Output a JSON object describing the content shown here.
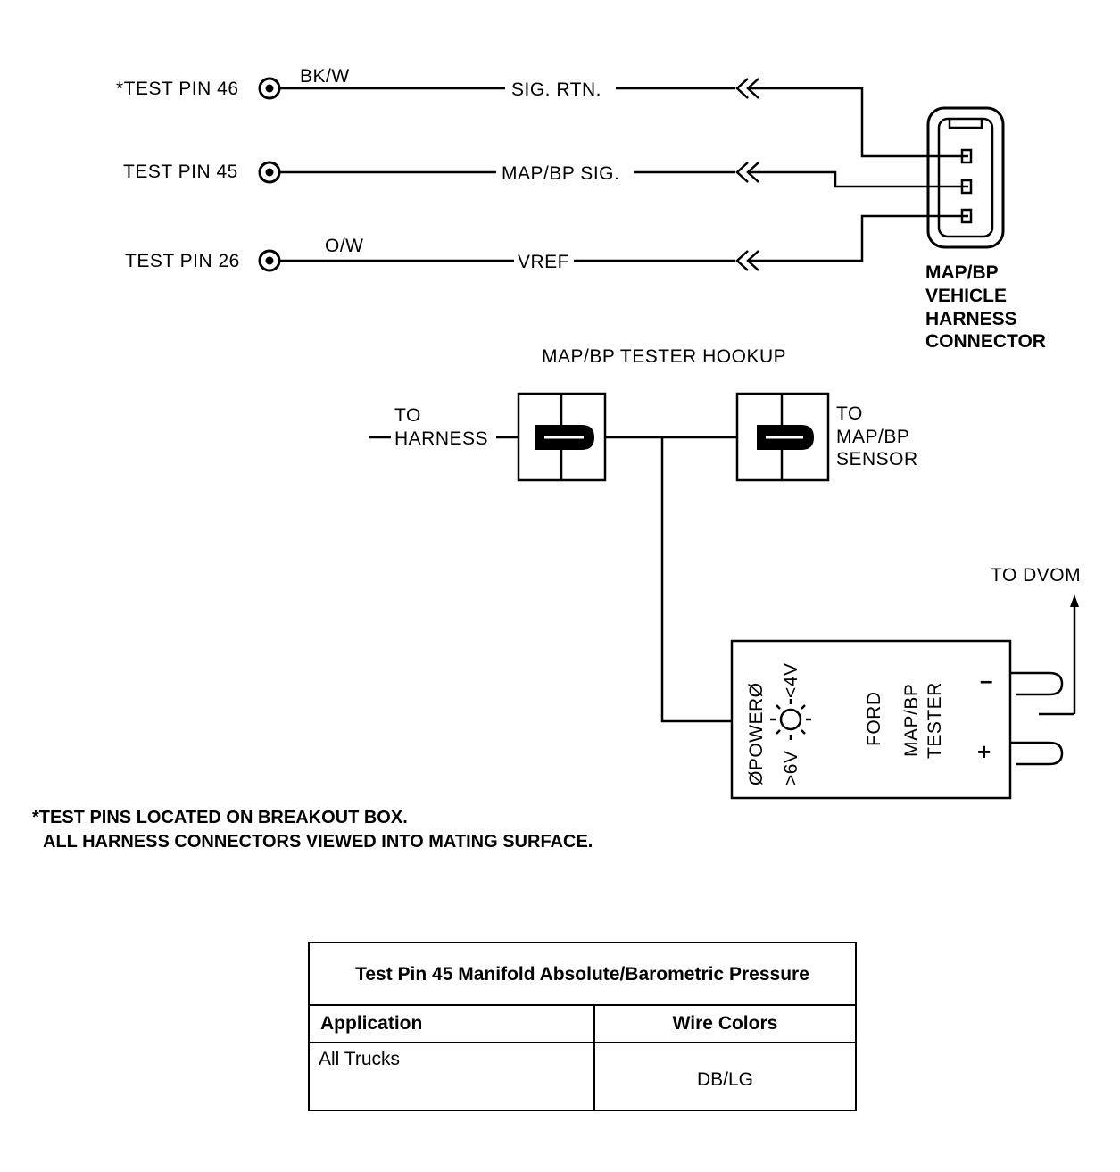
{
  "test_pins": [
    {
      "label": "*TEST PIN 46",
      "wire_color": "BK/W",
      "signal": "SIG. RTN."
    },
    {
      "label": "TEST PIN 45",
      "wire_color": "",
      "signal": "MAP/BP SIG."
    },
    {
      "label": "TEST PIN 26",
      "wire_color": "O/W",
      "signal": "VREF"
    }
  ],
  "connector_label": [
    "MAP/BP",
    "VEHICLE",
    "HARNESS",
    "CONNECTOR"
  ],
  "hookup_title": "MAP/BP TESTER HOOKUP",
  "to_harness": [
    "TO",
    "HARNESS"
  ],
  "to_sensor": [
    "TO",
    "MAP/BP",
    "SENSOR"
  ],
  "to_dvom": "TO DVOM",
  "tester": {
    "power_label": "ØPOWERØ",
    "high_label": ">6V",
    "low_label": "<4V",
    "name_lines": [
      "FORD",
      "MAP/BP",
      "TESTER"
    ],
    "minus": "–",
    "plus": "+"
  },
  "footnote": [
    "*TEST PINS LOCATED ON BREAKOUT BOX.",
    "ALL HARNESS CONNECTORS VIEWED INTO MATING SURFACE."
  ],
  "table": {
    "title": "Test Pin 45 Manifold Absolute/Barometric Pressure",
    "headers": [
      "Application",
      "Wire Colors"
    ],
    "rows": [
      [
        "All Trucks",
        "DB/LG"
      ]
    ]
  }
}
